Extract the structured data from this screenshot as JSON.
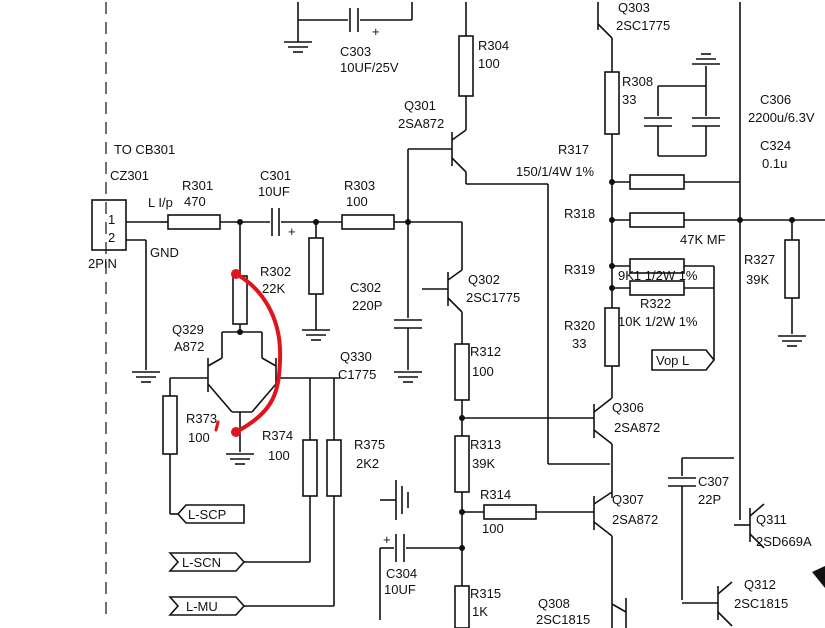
{
  "labels": {
    "to_cb301": "TO CB301",
    "cz301": "CZ301",
    "pin1": "1",
    "pin2": "2",
    "twopin": "2PIN",
    "lip": "L I/p",
    "gnd": "GND",
    "r301": "R301",
    "r301v": "470",
    "c301": "C301",
    "c301v": "10UF",
    "r303": "R303",
    "r303v": "100",
    "c303": "C303",
    "c303v": "10UF/25V",
    "r304": "R304",
    "r304v": "100",
    "q301": "Q301",
    "q301v": "2SA872",
    "q303": "Q303",
    "q303v": "2SC1775",
    "r308": "R308",
    "r308v": "33",
    "c306": "C306",
    "c306v": "2200u/6.3V",
    "c324": "C324",
    "c324v": "0.1u",
    "r317": "R317",
    "r317v": "150/1/4W 1%",
    "r318": "R318",
    "r318v": "47K MF",
    "r319": "R319",
    "r319v": "9K1 1/2W 1%",
    "r322": "R322",
    "r322v": "10K 1/2W 1%",
    "r320": "R320",
    "r320v": "33",
    "vopl": "Vop L",
    "r327": "R327",
    "r327v": "39K",
    "r302": "R302",
    "r302v": "22K",
    "c302": "C302",
    "c302v": "220P",
    "q302": "Q302",
    "q302v": "2SC1775",
    "q329": "Q329",
    "q329v": "A872",
    "q330": "Q330",
    "q330v": "C1775",
    "r312": "R312",
    "r312v": "100",
    "r373": "R373",
    "r373v": "100",
    "r374": "R374",
    "r374v": "100",
    "r375": "R375",
    "r375v": "2K2",
    "r313": "R313",
    "r313v": "39K",
    "q306": "Q306",
    "q306v": "2SA872",
    "r314": "R314",
    "r314v": "100",
    "q307": "Q307",
    "q307v": "2SA872",
    "c307": "C307",
    "c307v": "22P",
    "q311": "Q311",
    "q311v": "2SD669A",
    "c304": "C304",
    "c304v": "10UF",
    "r315": "R315",
    "r315v": "1K",
    "q308": "Q308",
    "q308v": "2SC1815",
    "q312": "Q312",
    "q312v": "2SC1815",
    "lscp": "L-SCP",
    "lscn": "L-SCN",
    "lmu": "L-MU",
    "plus": "+"
  }
}
